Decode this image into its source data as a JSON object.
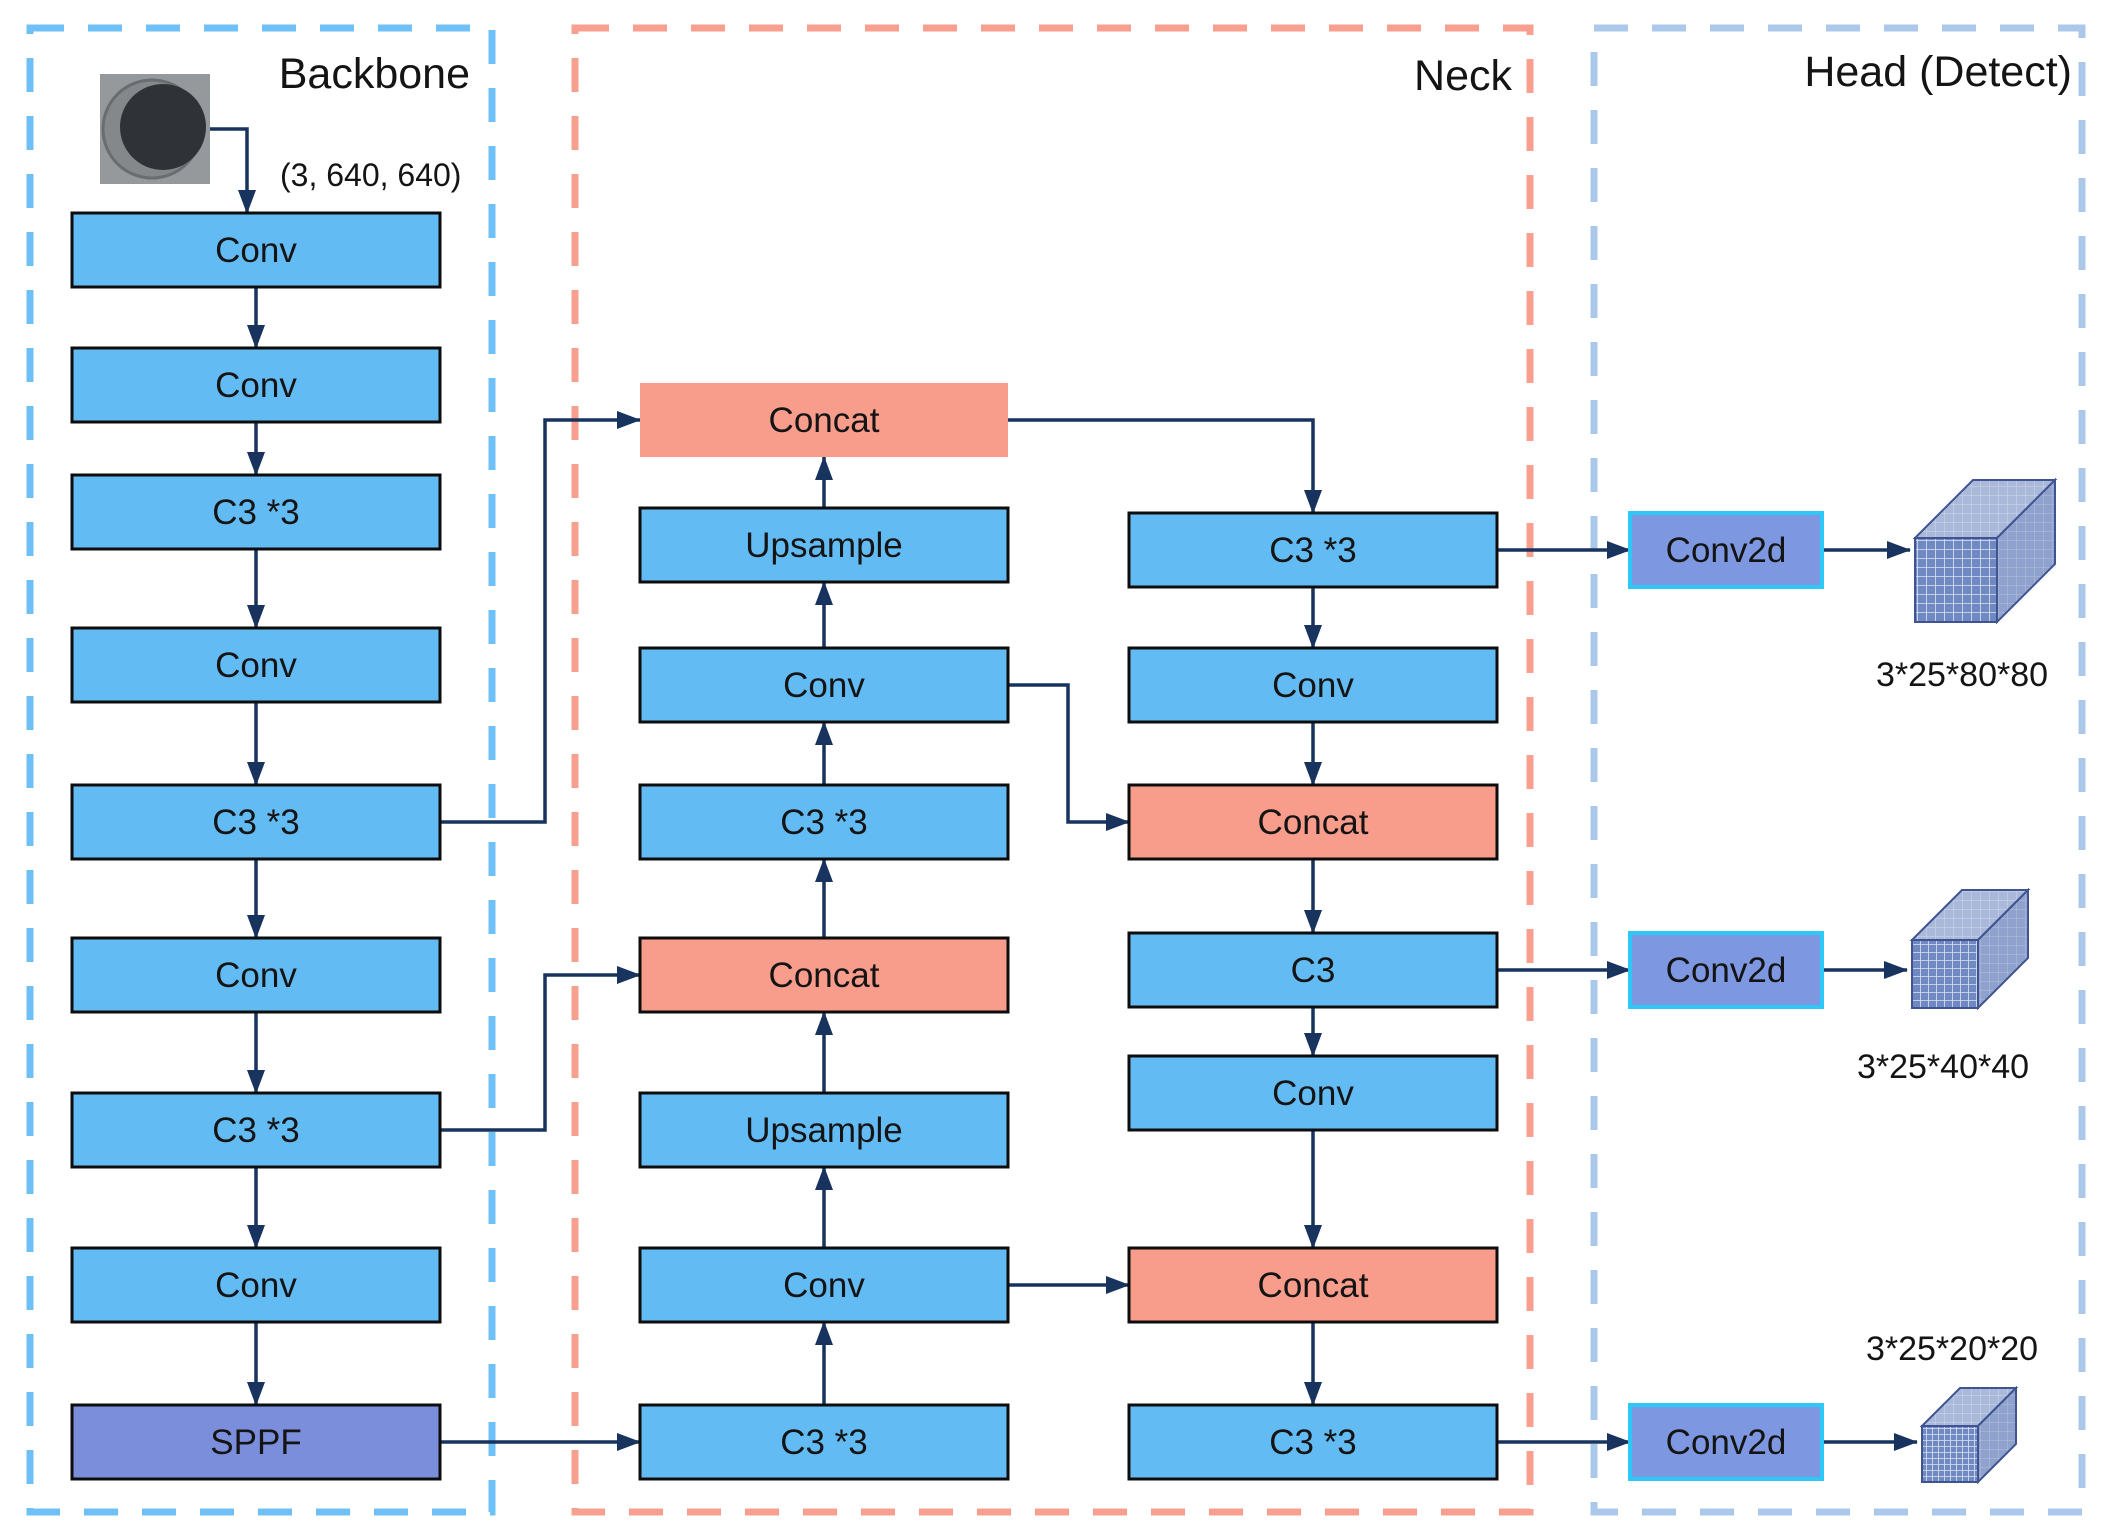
{
  "diagram": {
    "regions": [
      {
        "id": "backbone",
        "title": "Backbone"
      },
      {
        "id": "neck",
        "title": "Neck"
      },
      {
        "id": "head",
        "title": "Head (Detect)"
      }
    ],
    "input": {
      "shape_label": "(3, 640, 640)"
    },
    "nodes": [
      {
        "id": "b1",
        "label": "Conv",
        "type": "block"
      },
      {
        "id": "b2",
        "label": "Conv",
        "type": "block"
      },
      {
        "id": "b3",
        "label": "C3 *3",
        "type": "block"
      },
      {
        "id": "b4",
        "label": "Conv",
        "type": "block"
      },
      {
        "id": "b5",
        "label": "C3 *3",
        "type": "block"
      },
      {
        "id": "b6",
        "label": "Conv",
        "type": "block"
      },
      {
        "id": "b7",
        "label": "C3 *3",
        "type": "block"
      },
      {
        "id": "b8",
        "label": "Conv",
        "type": "block"
      },
      {
        "id": "b9",
        "label": "SPPF",
        "type": "sppf"
      },
      {
        "id": "m8",
        "label": "Concat",
        "type": "concat_plain"
      },
      {
        "id": "m7",
        "label": "Upsample",
        "type": "block"
      },
      {
        "id": "m6",
        "label": "Conv",
        "type": "block"
      },
      {
        "id": "m5",
        "label": "C3 *3",
        "type": "block"
      },
      {
        "id": "m4",
        "label": "Concat",
        "type": "concat"
      },
      {
        "id": "m3",
        "label": "Upsample",
        "type": "block"
      },
      {
        "id": "m2",
        "label": "Conv",
        "type": "block"
      },
      {
        "id": "m1",
        "label": "C3 *3",
        "type": "block"
      },
      {
        "id": "r1",
        "label": "C3 *3",
        "type": "block"
      },
      {
        "id": "r2",
        "label": "Conv",
        "type": "block"
      },
      {
        "id": "r3",
        "label": "Concat",
        "type": "concat"
      },
      {
        "id": "r4",
        "label": "C3",
        "type": "block"
      },
      {
        "id": "r5",
        "label": "Conv",
        "type": "block"
      },
      {
        "id": "r6",
        "label": "Concat",
        "type": "concat"
      },
      {
        "id": "r7",
        "label": "C3 *3",
        "type": "block"
      },
      {
        "id": "h1",
        "label": "Conv2d",
        "type": "conv2d"
      },
      {
        "id": "h2",
        "label": "Conv2d",
        "type": "conv2d"
      },
      {
        "id": "h3",
        "label": "Conv2d",
        "type": "conv2d"
      }
    ],
    "outputs": [
      {
        "id": "out1",
        "label": "3*25*80*80"
      },
      {
        "id": "out2",
        "label": "3*25*40*40"
      },
      {
        "id": "out3",
        "label": "3*25*20*20"
      }
    ],
    "colors": {
      "box_blue": "#63bbf4",
      "box_salmon": "#f89c8c",
      "box_purple": "#7b8edc",
      "conv2d_fill": "#7d97e0",
      "conv2d_border": "#2ec8f7",
      "box_border": "#0d0d0d",
      "arrow": "#17335e",
      "backbone_dash": "#6fc0f7",
      "neck_dash": "#f89f90",
      "head_dash": "#abc8ea",
      "cube_front": "#7089c2",
      "cube_top": "#aab9da",
      "cube_side": "#8fa1cd",
      "cube_edge": "#3f5491",
      "cube_grid": "#dce4f2",
      "cube_grid_top": "#c3cfe6",
      "cube_grid_side": "#a7b5d6"
    }
  }
}
